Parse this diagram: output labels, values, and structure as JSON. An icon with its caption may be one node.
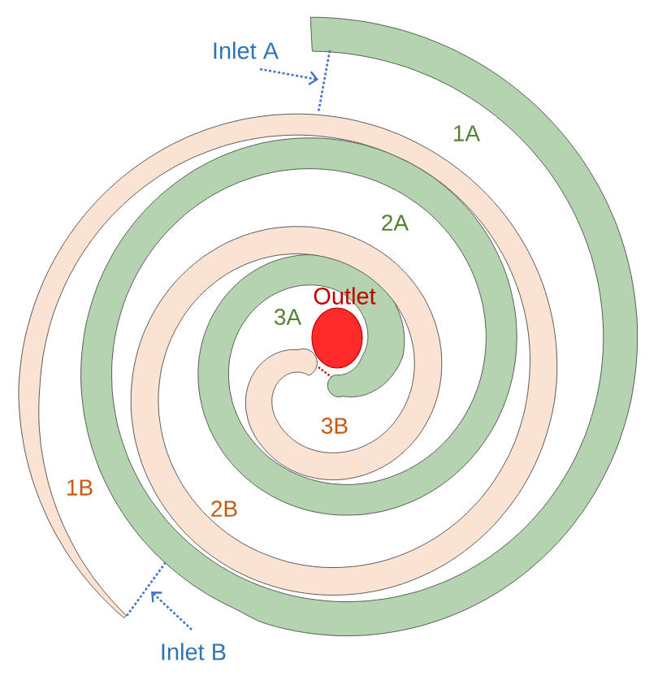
{
  "diagram": {
    "nodes": [
      {
        "text": [
          "Inlet A"
        ]
      },
      {
        "text": [
          "Outlet"
        ]
      },
      {
        "text": [
          "Inlet B"
        ]
      }
    ],
    "edges": [
      {
        "from": 0,
        "to": null,
        "arrow": "to",
        "style": "dashed"
      },
      {
        "from": 2,
        "to": null,
        "arrow": "to",
        "style": "dashed"
      }
    ],
    "labels": [
      "1A",
      "2A",
      "3A",
      "3B",
      "1B",
      "2B"
    ]
  }
}
